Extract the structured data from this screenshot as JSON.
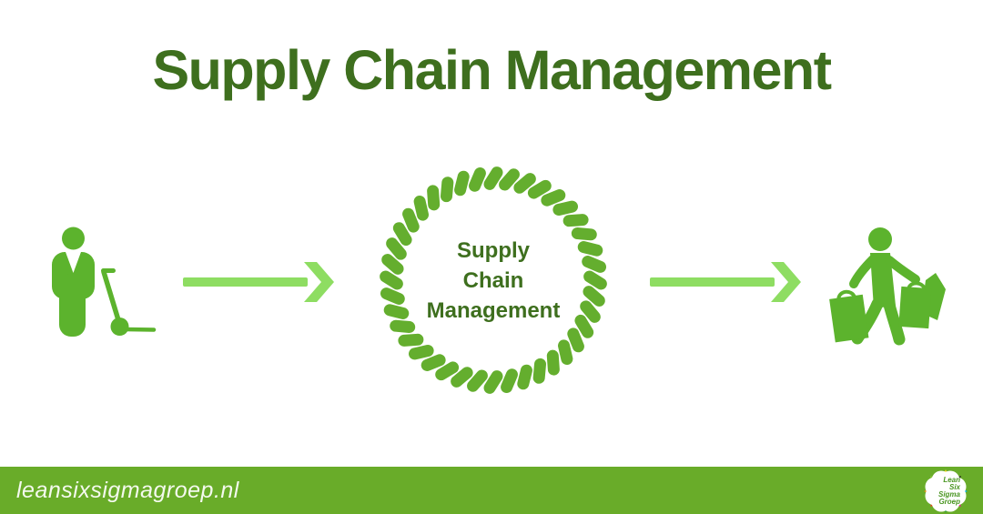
{
  "title": "Supply Chain Management",
  "diagram": {
    "supplier_icon": "person-with-hand-truck-icon",
    "flow_arrow": "arrow-right-icon",
    "center_circle": {
      "label_lines": [
        "Supply",
        "Chain",
        "Management"
      ],
      "ring_style": "hand-drawn-green-dash-ring"
    },
    "consumer_icon": "person-with-shopping-bags-icon"
  },
  "footer": {
    "website": "leansixsigmagroep.nl",
    "logo": {
      "name": "lean-six-sigma-groep-logo",
      "lines": [
        "Lean",
        "Six",
        "Sigma",
        "Groep"
      ],
      "petal_colors": [
        "#f8d81c",
        "#231f20",
        "#00b5f0",
        "#ec1c8d",
        "#2f9e41",
        "#ef4123",
        "#f7941d",
        "#8dc63f"
      ]
    }
  },
  "colors": {
    "title_green": "#3e6f1e",
    "icon_green": "#5cb32d",
    "dash_green": "#64ae2e",
    "arrow_green": "#8edd62",
    "bar_green": "#69ac29",
    "logo_text_green": "#4a9622"
  }
}
